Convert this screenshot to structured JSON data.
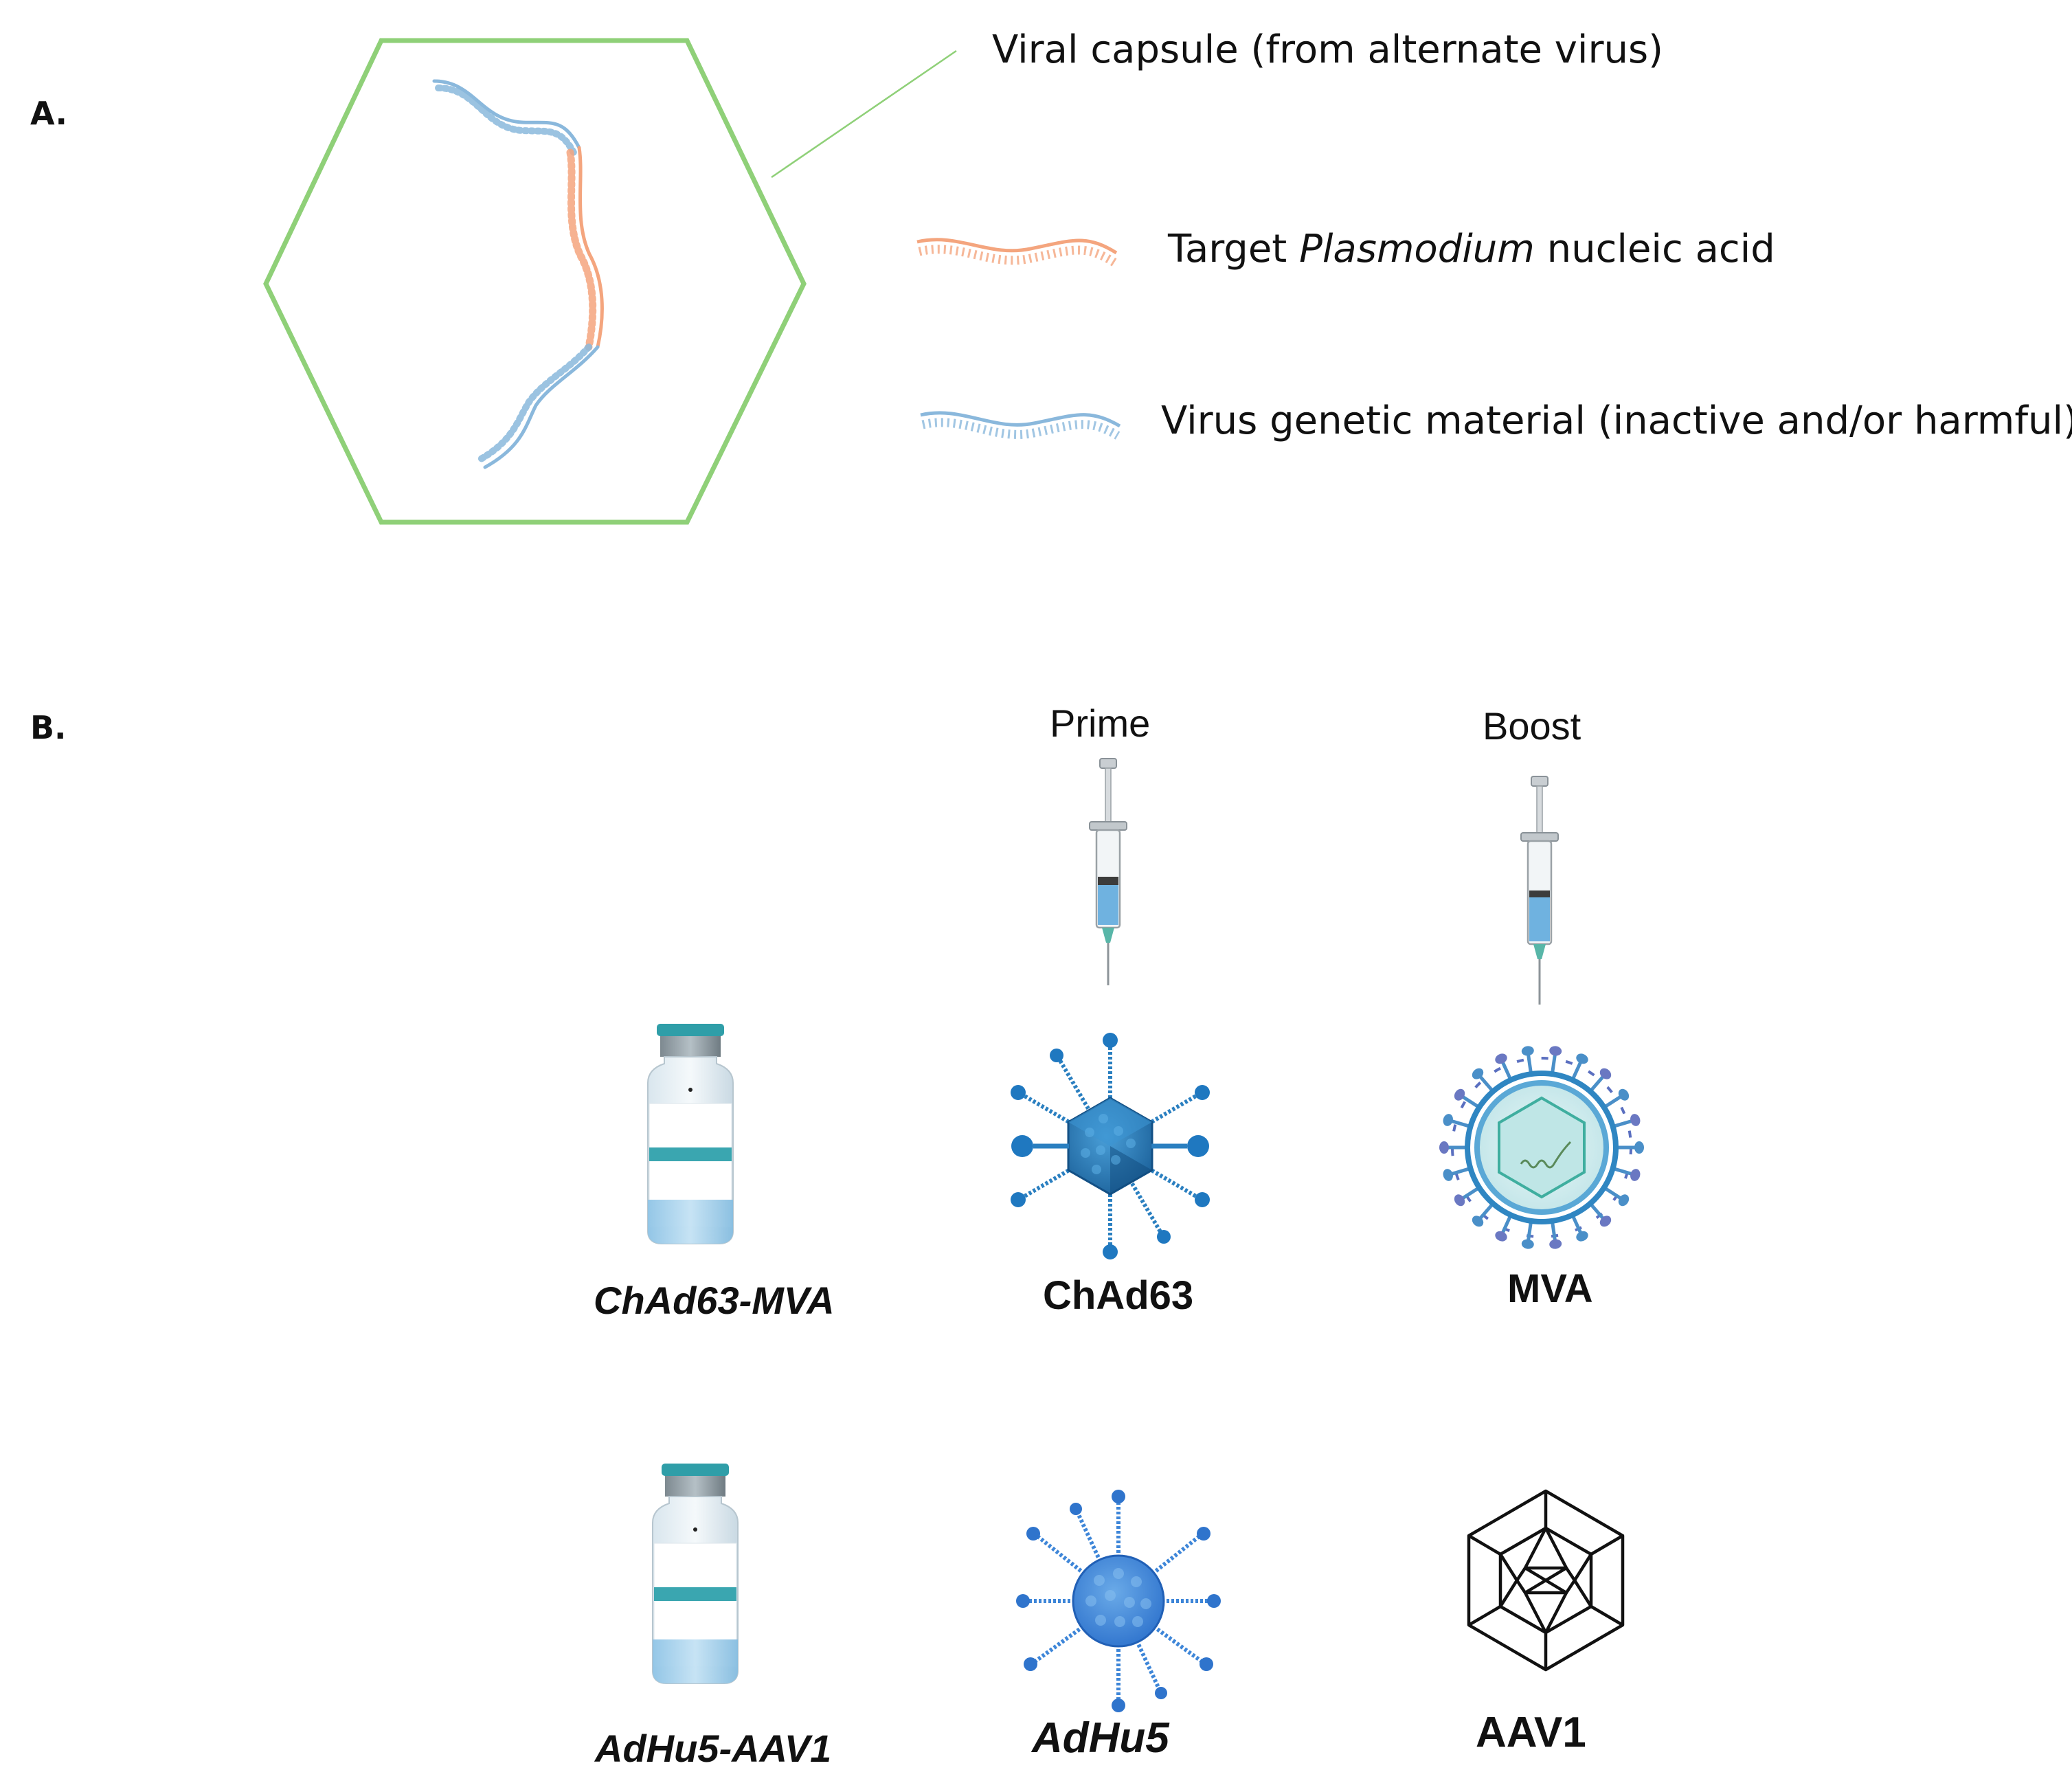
{
  "panelA": {
    "label": "A.",
    "legend": [
      {
        "key": "capsule",
        "text": "Viral capsule (from alternate virus)"
      },
      {
        "key": "target",
        "prefix": "Target ",
        "italic": "Plasmodium",
        "suffix": " nucleic acid"
      },
      {
        "key": "virus",
        "text": "Virus genetic material (inactive and/or harmful)"
      }
    ]
  },
  "panelB": {
    "label": "B.",
    "columns": {
      "prime": "Prime",
      "boost": "Boost"
    },
    "regimens": [
      {
        "name": "ChAd63-MVA",
        "prime": "ChAd63",
        "boost": "MVA"
      },
      {
        "name": "AdHu5-AAV1",
        "prime": "AdHu5",
        "boost": "AAV1"
      }
    ]
  },
  "colors": {
    "capsule": "#8fd078",
    "target_strand": "#f4a57e",
    "virus_strand": "#8ab8dc",
    "adenovirus": "#2a7fc0",
    "mva_ring": "#4a8fc8",
    "mva_spike": "#6a78c2",
    "vial_liquid": "#a9d2ec",
    "vial_band": "#3aa6b0"
  }
}
